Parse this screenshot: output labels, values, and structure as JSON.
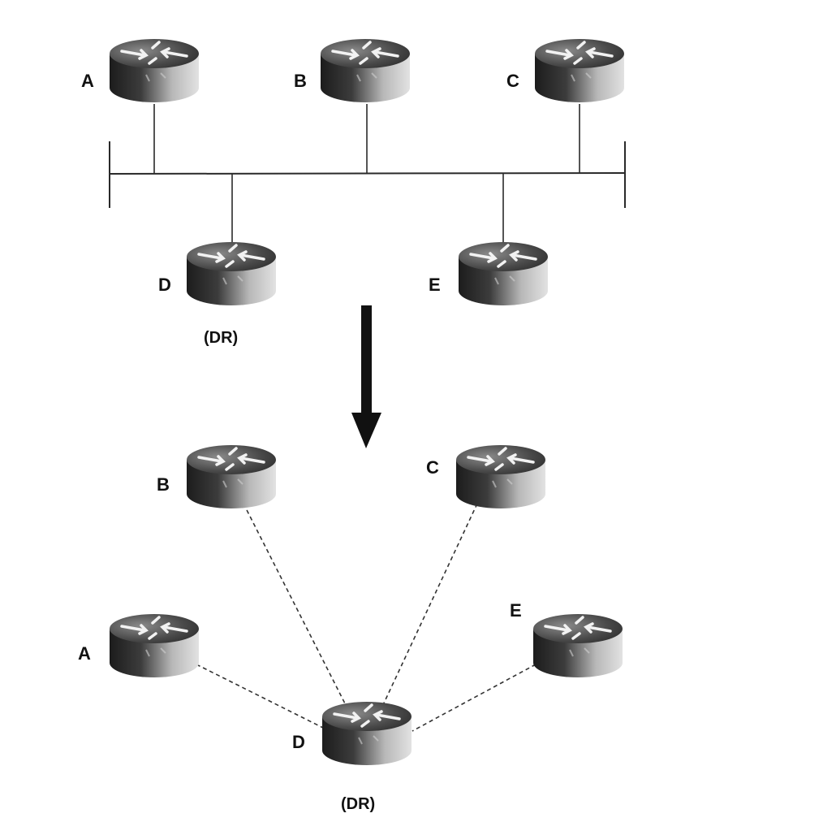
{
  "labels": {
    "A": "A",
    "B": "B",
    "C": "C",
    "D": "D",
    "E": "E",
    "dr": "(DR)"
  },
  "colors": {
    "router_body": "#3a3a3a",
    "router_top": "#9a9a9a",
    "line": "#2a2a2a"
  },
  "icons": [
    "router-icon",
    "down-arrow-icon"
  ]
}
